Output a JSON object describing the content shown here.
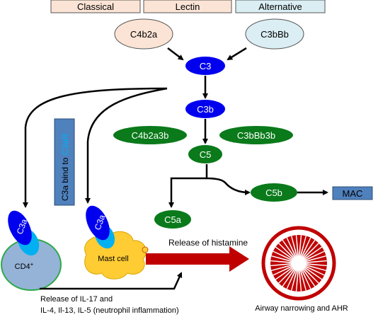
{
  "pathways": {
    "classical": "Classical",
    "lectin": "Lectin",
    "alternative": "Alternative"
  },
  "convertases": {
    "c4b2a": "C4b2a",
    "c3bbb": "C3bBb",
    "c4b2a3b": "C4b2a3b",
    "c3bbb3b": "C3bBb3b"
  },
  "components": {
    "c3": "C3",
    "c3b": "C3b",
    "c5": "C5",
    "c5b": "C5b",
    "c5a": "C5a",
    "c3a_left": "C3a",
    "c3a_right": "C3a",
    "mac": "MAC"
  },
  "receptor_box": {
    "prefix": "C3a bind to ",
    "highlight": "C3aR"
  },
  "cells": {
    "cd4": "CD4",
    "cd4_sup": "+",
    "mast": "Mast cell"
  },
  "annotations": {
    "histamine": "Release of histamine",
    "il_line1": "Release of IL-17 and",
    "il_line2": "IL-4, Il-13, IL-5 (neutrophil inflammation)",
    "airway": "Airway narrowing and AHR"
  },
  "colors": {
    "classical_fill": "#fbe4d5",
    "alternative_fill": "#daeef3",
    "blue_node": "#0000ee",
    "green_node": "#0a7a1a",
    "receptor_box": "#4f81bd",
    "receptor_text": "#00b0f0",
    "cd4_cell": "#95b3d7",
    "mast_cell": "#ffcc33",
    "airway_red": "#c00000",
    "mac_box": "#4f81bd"
  }
}
